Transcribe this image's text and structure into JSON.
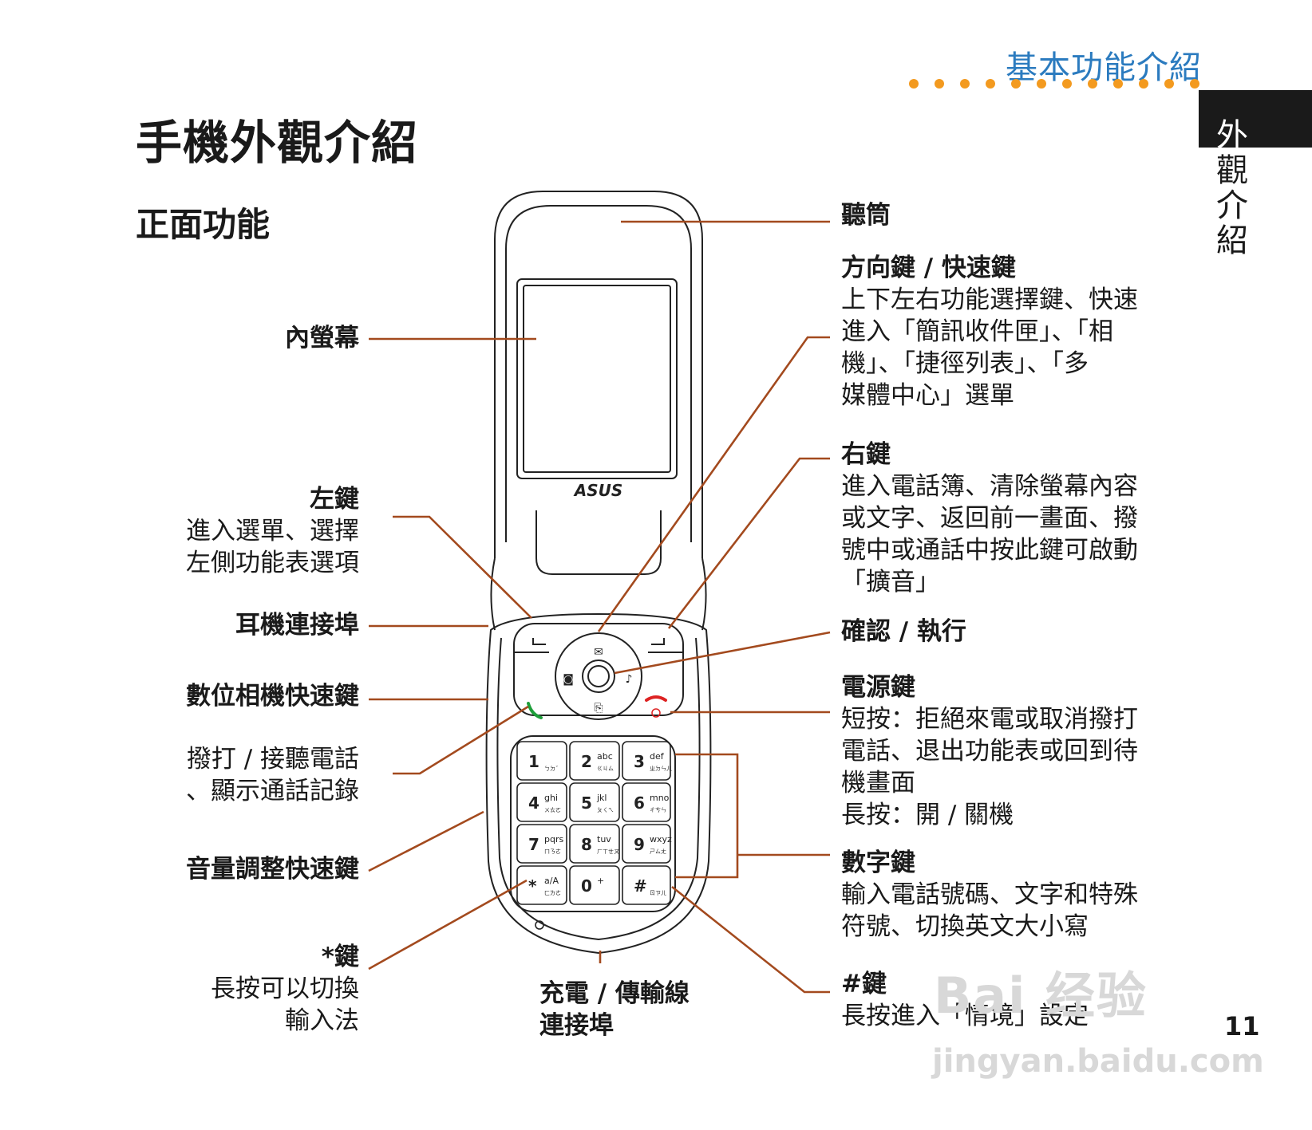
{
  "header": {
    "section": "基本功能介紹",
    "side_tab": [
      "外",
      "觀",
      "介",
      "紹"
    ],
    "accent_color": "#f39a1f",
    "title_color": "#2b7bbf"
  },
  "page": {
    "title": "手機外觀介紹",
    "subtitle": "正面功能",
    "number": "11"
  },
  "labels_left": [
    {
      "heading": "內螢幕",
      "desc": []
    },
    {
      "heading": "左鍵",
      "desc": [
        "進入選單、選擇",
        "左側功能表選項"
      ]
    },
    {
      "heading": "耳機連接埠",
      "desc": []
    },
    {
      "heading": "數位相機快速鍵",
      "desc": []
    },
    {
      "heading": "",
      "desc": [
        "撥打 / 接聽電話",
        "、顯示通話記錄"
      ]
    },
    {
      "heading": "音量調整快速鍵",
      "desc": []
    },
    {
      "heading": "*鍵",
      "desc": [
        "長按可以切換",
        "輸入法"
      ]
    }
  ],
  "labels_right": [
    {
      "heading": "聽筒",
      "desc": []
    },
    {
      "heading": "方向鍵 / 快速鍵",
      "desc": [
        "上下左右功能選擇鍵、快速",
        "進入「簡訊收件匣」、「相",
        "機」、「捷徑列表」、「多",
        "媒體中心」選單"
      ]
    },
    {
      "heading": "右鍵",
      "desc": [
        "進入電話簿、清除螢幕內容",
        "或文字、返回前一畫面、撥",
        "號中或通話中按此鍵可啟動",
        "「擴音」"
      ]
    },
    {
      "heading": "確認 / 執行",
      "desc": []
    },
    {
      "heading": "電源鍵",
      "desc": [
        "短按：拒絕來電或取消撥打",
        "電話、退出功能表或回到待",
        "機畫面",
        "長按：開 / 關機"
      ]
    },
    {
      "heading": "數字鍵",
      "desc": [
        "輸入電話號碼、文字和特殊",
        "符號、切換英文大小寫"
      ]
    },
    {
      "heading": "#鍵",
      "desc": [
        "長按進入「情境」設定"
      ]
    }
  ],
  "bottom_label": {
    "lines": [
      "充電 / 傳輸線",
      "連接埠"
    ]
  },
  "phone": {
    "brand": "ASUS",
    "keys": [
      {
        "num": "1",
        "sub": "",
        "zh": "ㄅㄉˇ"
      },
      {
        "num": "2",
        "sub": "abc",
        "zh": "ㄍㄐㄙ"
      },
      {
        "num": "3",
        "sub": "def",
        "zh": "ㄓㄉㄣㄦ"
      },
      {
        "num": "4",
        "sub": "ghi",
        "zh": "ㄨㄊㄛ"
      },
      {
        "num": "5",
        "sub": "jkl",
        "zh": "ㄆㄑㄟ"
      },
      {
        "num": "6",
        "sub": "mno",
        "zh": "ㄔㄘㄣ"
      },
      {
        "num": "7",
        "sub": "pqrs",
        "zh": "ㄇㄋㄜ"
      },
      {
        "num": "8",
        "sub": "tuv",
        "zh": "ㄏㄒㄝㄡ"
      },
      {
        "num": "9",
        "sub": "wxyz",
        "zh": "ㄕㄙㄤ"
      },
      {
        "num": "*",
        "sub": "a/A",
        "zh": "ㄈㄌㄜ"
      },
      {
        "num": "0",
        "sub": "+",
        "zh": ""
      },
      {
        "num": "#",
        "sub": "",
        "zh": "ㄖㄗㄦ"
      }
    ]
  },
  "watermark": {
    "line1": "Bai 经验",
    "line2": "jingyan.baidu.com"
  }
}
